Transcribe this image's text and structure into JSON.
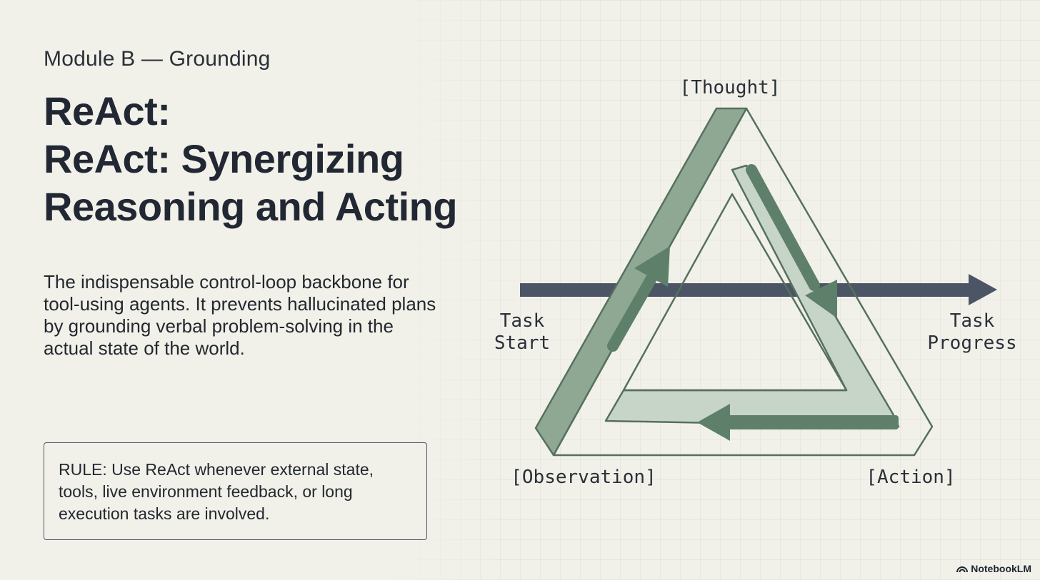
{
  "module_label": "Module B — Grounding",
  "title_lines": [
    "ReAct:",
    "ReAct: Synergizing",
    "Reasoning and Acting"
  ],
  "description": "The indispensable control-loop backbone for tool-using agents. It prevents hallucinated plans by grounding verbal problem-solving in the actual state of the world.",
  "rule": "RULE: Use ReAct whenever external state, tools, live environment feedback, or long execution tasks are involved.",
  "diagram": {
    "thought": "[Thought]",
    "observation": "[Observation]",
    "action": "[Action]",
    "task_start": [
      "Task",
      "Start"
    ],
    "task_progress": [
      "Task",
      "Progress"
    ]
  },
  "colors": {
    "dark_green": "#5e7f69",
    "mid_green": "#8fa894",
    "light_green": "#c7d5c9",
    "outline_green": "#56705e",
    "arrow_gray": "#4b5565"
  },
  "icons": [
    "cycle-arrow-icon",
    "progress-arrow-icon",
    "notebooklm-logo-icon"
  ],
  "brand": "NotebookLM"
}
